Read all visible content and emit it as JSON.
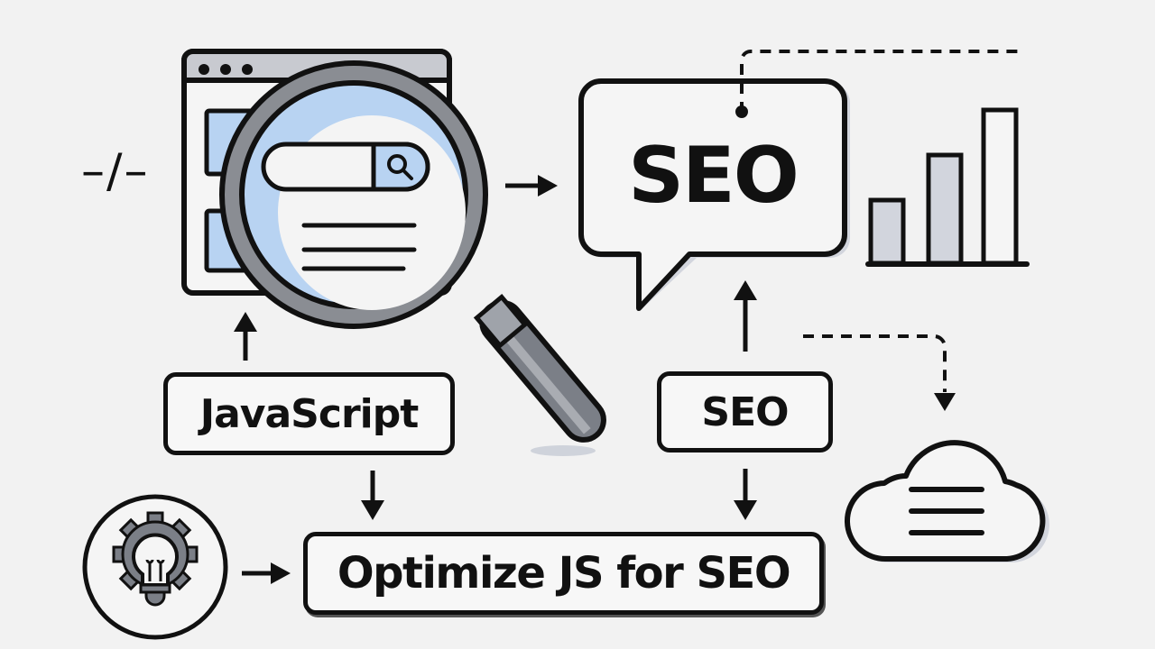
{
  "diagram": {
    "title": "Optimize JS for SEO",
    "nodes": {
      "browser_window": {
        "label": "Browser window with search bar",
        "icon": "browser-window-icon"
      },
      "magnifier": {
        "icon": "magnifying-glass-icon"
      },
      "code_symbol": {
        "text": "–/–"
      },
      "seo_bubble": {
        "text": "SEO",
        "icon": "speech-bubble-icon"
      },
      "bar_chart": {
        "icon": "bar-chart-icon",
        "bars": 3
      },
      "javascript": {
        "text": "JavaScript"
      },
      "seo_box": {
        "text": "SEO"
      },
      "optimize": {
        "text": "Optimize JS for SEO"
      },
      "idea_gear": {
        "icon": "lightbulb-gear-icon"
      },
      "cloud": {
        "icon": "cloud-document-icon"
      }
    },
    "edges": [
      {
        "from": "javascript",
        "to": "browser_window",
        "style": "solid"
      },
      {
        "from": "browser_window",
        "to": "seo_bubble",
        "style": "solid"
      },
      {
        "from": "seo_box",
        "to": "seo_bubble",
        "style": "solid"
      },
      {
        "from": "javascript",
        "to": "optimize",
        "style": "solid"
      },
      {
        "from": "seo_box",
        "to": "optimize",
        "style": "solid"
      },
      {
        "from": "idea_gear",
        "to": "optimize",
        "style": "solid"
      },
      {
        "from": "seo_bubble",
        "to": "offscreen-right",
        "style": "dashed"
      },
      {
        "from": "seo_box",
        "to": "cloud",
        "style": "dashed"
      }
    ],
    "colors": {
      "background": "#f2f2f2",
      "stroke": "#111111",
      "accent_blue": "#b8d3f2",
      "gray": "#8a8d93",
      "light_gray": "#d2d5dd"
    }
  }
}
